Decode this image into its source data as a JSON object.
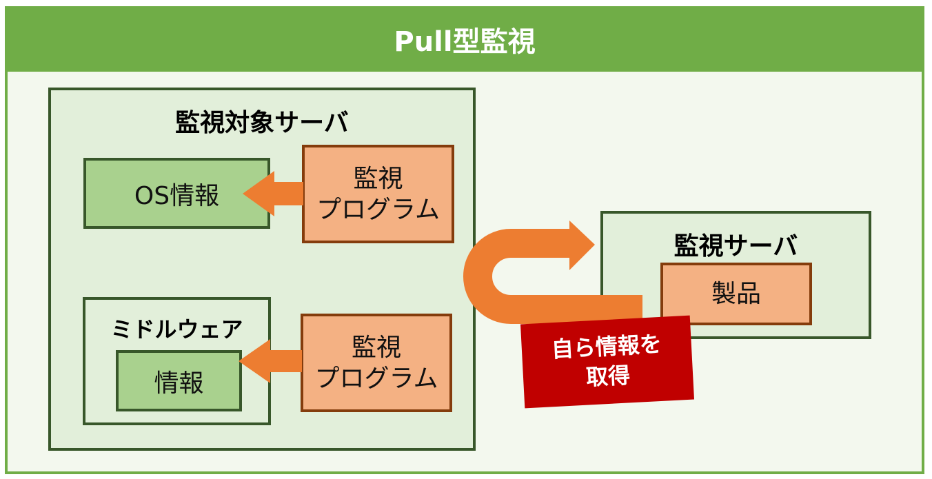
{
  "title": "Pull型監視",
  "target_server": {
    "title": "監視対象サーバ",
    "os_info": "OS情報",
    "monitor_program_1": {
      "line1": "監視",
      "line2": "プログラム"
    },
    "middleware": {
      "title": "ミドルウェア",
      "info": "情報"
    },
    "monitor_program_2": {
      "line1": "監視",
      "line2": "プログラム"
    }
  },
  "monitor_server": {
    "title": "監視サーバ",
    "product": "製品"
  },
  "callout": {
    "line1": "自ら情報を",
    "line2": "取得"
  },
  "colors": {
    "header_green": "#70ad47",
    "arrow_orange": "#ed7d31",
    "callout_red": "#c00000"
  }
}
